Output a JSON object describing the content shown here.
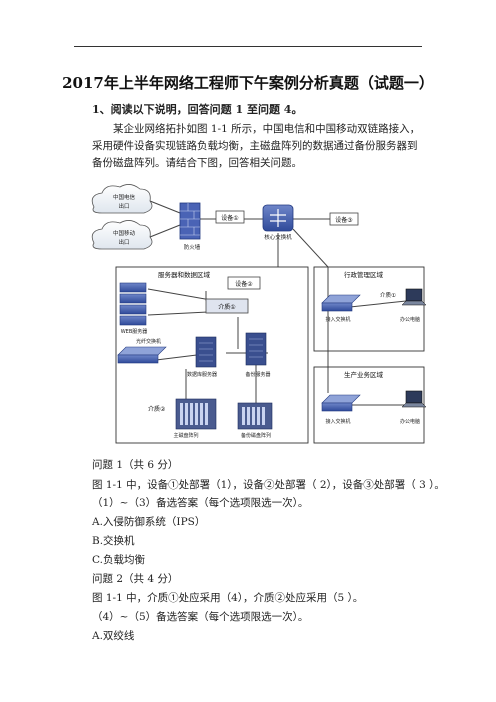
{
  "doc": {
    "title": "2017年上半年网络工程师下午案例分析真题（试题一）",
    "section": "1、阅读以下说明，回答问题 1 至问题 4。",
    "intro": "某企业网络拓扑如图 1-1 所示，中国电信和中国移动双链路接入，采用硬件设备实现链路负载均衡，主磁盘阵列的数据通过备份服务器到备份磁盘阵列。请结合下图，回答相关问题。"
  },
  "diagram": {
    "cloud_telecom_line1": "中国电信",
    "cloud_telecom_line2": "出口",
    "cloud_mobile_line1": "中国移动",
    "cloud_mobile_line2": "出口",
    "firewall": "防火墙",
    "device1": "设备①",
    "core_switch": "核心交换机",
    "device3": "设备③",
    "server_area": "服务器和数据区域",
    "device2": "设备②",
    "medium1": "介质①",
    "web_server": "WEB服务器",
    "fc_switch": "光纤交换机",
    "db_server": "数据库服务器",
    "backup_server": "备份服务器",
    "medium2": "介质②",
    "main_array": "主磁盘阵列",
    "backup_array": "备份磁盘阵列",
    "admin_area": "行政管理区域",
    "medium1b": "介质①",
    "access_switch": "接入交换机",
    "office_pc": "办公电脑",
    "prod_area": "生产业务区域",
    "access_switch2": "接入交换机",
    "office_pc2": "办公电脑"
  },
  "q1": {
    "header": "问题 1（共 6 分）",
    "text": "图 1-1 中，设备①处部署（1），设备②处部署（ 2），设备③处部署（ 3 ）。",
    "note": "（1）~（3）备选答案（每个选项限选一次）。",
    "options": [
      "A.入侵防御系统（IPS）",
      "B.交换机",
      "C.负载均衡"
    ]
  },
  "q2": {
    "header": "问题 2（共 4 分）",
    "text": "图 1-1 中，介质①处应采用（4），介质②处应采用（5 ）。",
    "note": "（4）~（5）备选答案（每个选项限选一次）。",
    "options": [
      "A.双绞线"
    ]
  }
}
